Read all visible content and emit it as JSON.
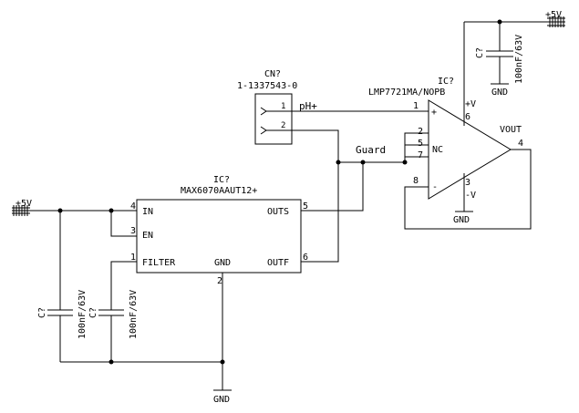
{
  "connector": {
    "ref": "CN?",
    "part": "1-1337543-0",
    "pins": [
      {
        "num": "1",
        "net": "pH+"
      },
      {
        "num": "2",
        "net": ""
      }
    ]
  },
  "opamp": {
    "ref": "IC?",
    "part": "LMP7721MA/NOPB",
    "pins": {
      "in_plus": "1",
      "vplus": "6",
      "nc1": "2",
      "nc2": "5",
      "nc3": "7",
      "vout": "4",
      "in_minus": "8",
      "vminus": "3"
    },
    "labels": {
      "plus": "+",
      "minus": "-",
      "nc": "NC",
      "vplus": "+V",
      "vminus": "-V",
      "vout": "VOUT"
    }
  },
  "regulator": {
    "ref": "IC?",
    "part": "MAX6070AAUT12+",
    "pins": [
      {
        "name": "IN",
        "num": "4"
      },
      {
        "name": "EN",
        "num": "3"
      },
      {
        "name": "FILTER",
        "num": "1"
      },
      {
        "name": "GND",
        "num": "2"
      },
      {
        "name": "OUTS",
        "num": "5"
      },
      {
        "name": "OUTF",
        "num": "6"
      }
    ]
  },
  "nets": {
    "guard": "Guard",
    "supply_top": "+5V",
    "supply_left": "+5V",
    "gnd": "GND"
  },
  "capacitors": [
    {
      "ref": "C?",
      "value": "100nF/63V"
    },
    {
      "ref": "C?",
      "value": "100nF/63V"
    },
    {
      "ref": "C?",
      "value": "100nF/63V"
    }
  ]
}
